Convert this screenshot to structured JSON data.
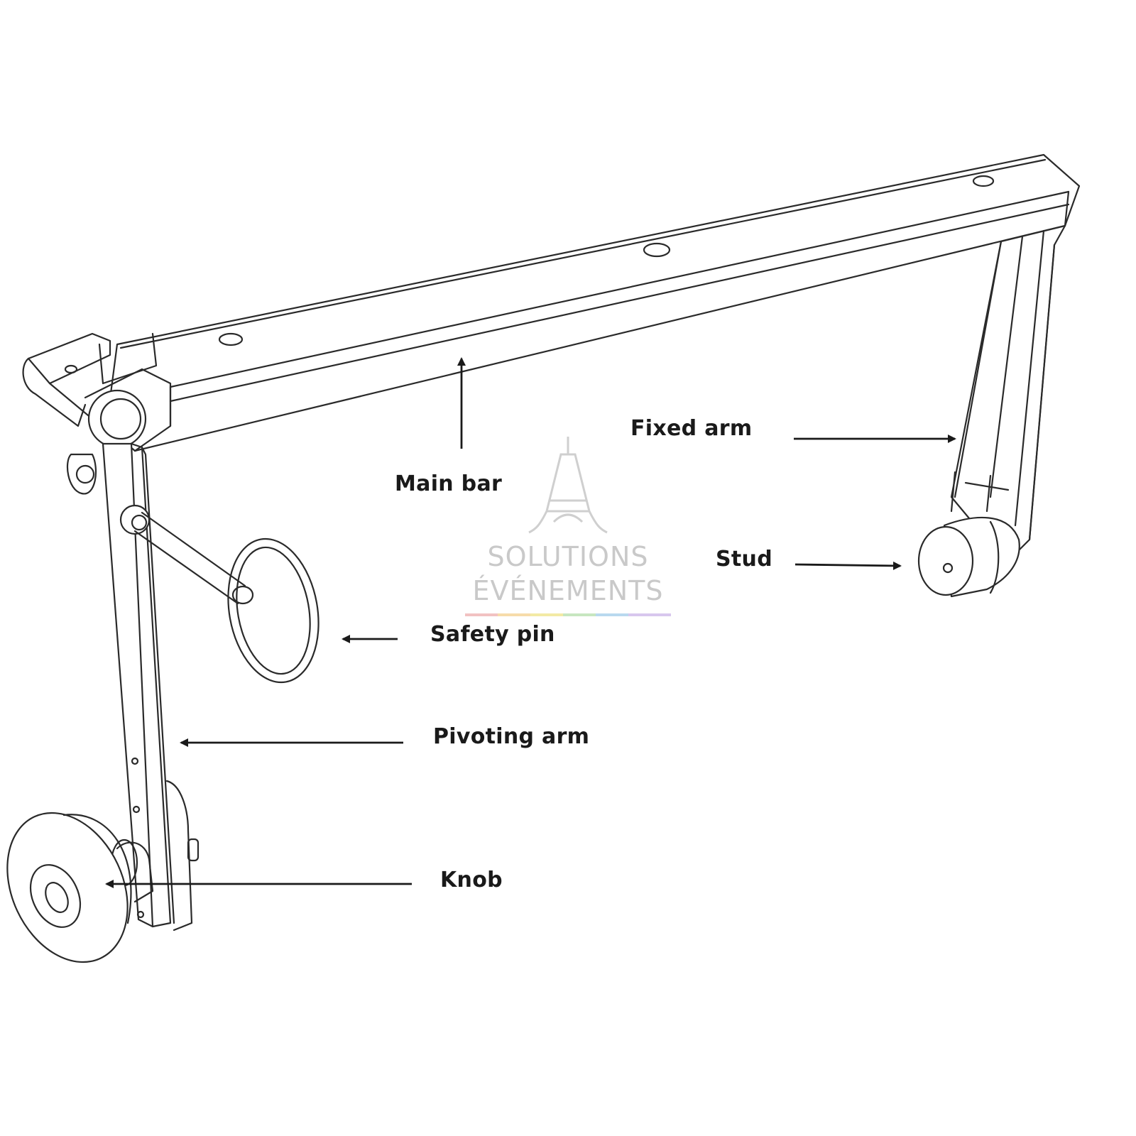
{
  "labels": {
    "main_bar": "Main bar",
    "fixed_arm": "Fixed arm",
    "stud": "Stud",
    "safety_pin": "Safety pin",
    "pivoting_arm": "Pivoting arm",
    "knob": "Knob"
  },
  "watermark": {
    "line1": "SOLUTIONS",
    "line2": "ÉVÉNEMENTS",
    "icon": "eiffel-tower-icon"
  },
  "colors": {
    "line": "#2a2a2a",
    "text": "#1a1a1a",
    "watermark": "#c9c9c9",
    "background": "#ffffff"
  }
}
